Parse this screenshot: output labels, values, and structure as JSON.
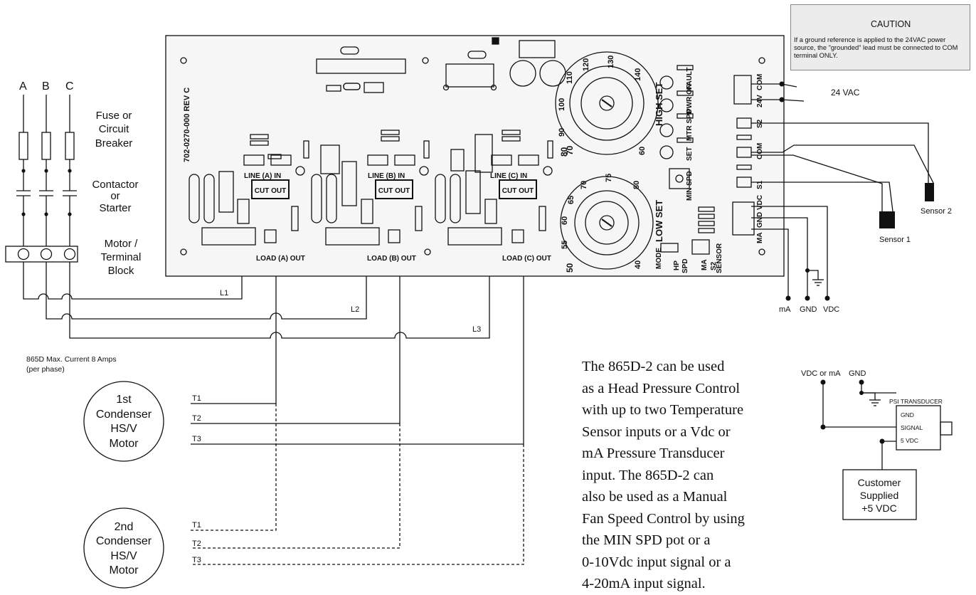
{
  "phases": [
    "A",
    "B",
    "C"
  ],
  "left_labels": {
    "fuse": [
      "Fuse or",
      "Circuit",
      "Breaker"
    ],
    "contactor": [
      "Contactor",
      "or",
      "Starter"
    ],
    "terminal": [
      "Motor /",
      "Terminal",
      "Block"
    ]
  },
  "lines": [
    "L1",
    "L2",
    "L3"
  ],
  "max_current": [
    "865D Max. Current 8 Amps",
    "(per phase)"
  ],
  "motor1": [
    "1st",
    "Condenser",
    "HS/V",
    "Motor"
  ],
  "motor2": [
    "2nd",
    "Condenser",
    "HS/V",
    "Motor"
  ],
  "motor_leads": [
    "T1",
    "T2",
    "T3"
  ],
  "board": {
    "part_no": "702-0270-000 REV C",
    "line_in": [
      "LINE (A) IN",
      "LINE (B) IN",
      "LINE (C) IN"
    ],
    "cut_out": "CUT OUT",
    "load_out": [
      "LOAD (A) OUT",
      "LOAD (B) OUT",
      "LOAD (C) OUT"
    ],
    "high_set": "HIGH SET",
    "low_set": "LOW SET",
    "high_scale": [
      "70",
      "80",
      "90",
      "100",
      "110",
      "120",
      "130",
      "140",
      "60"
    ],
    "low_scale": [
      "50",
      "55",
      "60",
      "65",
      "70",
      "75",
      "80",
      "40"
    ],
    "min_spd": "MIN SPD",
    "status": [
      "FAULT",
      "PWR ON",
      "MTR SPD",
      "SET"
    ],
    "terminals": [
      "COM",
      "24V",
      "S2",
      "COM",
      "S1",
      "VDC",
      "GND",
      "MA"
    ],
    "mode": [
      "MODE",
      "HP",
      "SPD"
    ],
    "sensor": [
      "SENSOR",
      "MA",
      "S2"
    ]
  },
  "caution": {
    "title": "CAUTION",
    "text": "If a ground reference is applied to the 24VAC power source, the \"grounded\" lead must be connected to COM terminal ONLY."
  },
  "supply_24vac": "24 VAC",
  "sensor1": "Sensor 1",
  "sensor2": "Sensor 2",
  "bottom_terms": [
    "mA",
    "GND",
    "VDC"
  ],
  "description": [
    "The 865D-2 can be used",
    "as a Head Pressure Control",
    "with up to two Temperature",
    "Sensor inputs or a Vdc or",
    "mA Pressure Transducer",
    "input. The 865D-2 can",
    "also be used as a Manual",
    "Fan Speed Control by using",
    "the MIN SPD pot or a",
    "0-10Vdc input signal or a",
    "4-20mA input signal."
  ],
  "transducer": {
    "vdc_or_ma": "VDC or mA",
    "gnd": "GND",
    "title": "PSI TRANSDUCER",
    "pins": [
      "GND",
      "SIGNAL",
      "5 VDC"
    ],
    "supply": [
      "Customer",
      "Supplied",
      "+5 VDC"
    ]
  },
  "colors": {
    "line": "#111111",
    "board": "#f6f6f6",
    "caution_bg": "#ececec"
  }
}
